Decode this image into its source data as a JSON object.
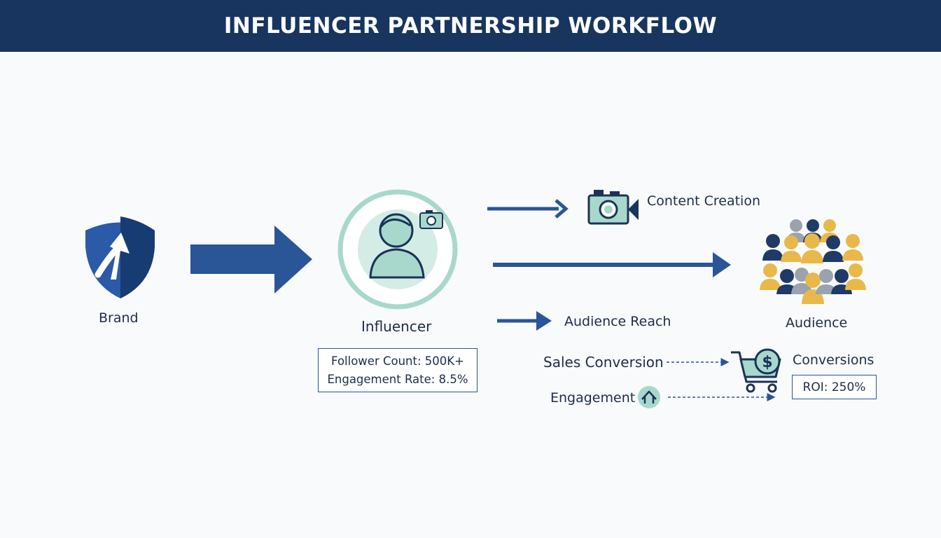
{
  "title": "INFLUENCER PARTNERSHIP WORKFLOW",
  "nodes": {
    "brand": "Brand",
    "influencer": "Influencer",
    "audience": "Audience",
    "content_creation": "Content Creation",
    "audience_reach": "Audience Reach",
    "sales_conversion": "Sales Conversion",
    "engagement": "Engagement",
    "conversions": "Conversions"
  },
  "influencer_metrics": {
    "follower_count": "Follower Count: 500K+",
    "engagement_rate": "Engagement Rate: 8.5%"
  },
  "roi": "ROI: 250%",
  "colors": {
    "header_bg": "#17355f",
    "primary_blue": "#2a5596",
    "teal": "#a8d8cc",
    "gold": "#e8b84a",
    "gray": "#9aa3ad",
    "text": "#1c2e4a"
  },
  "icons": [
    "shield-arrow-icon",
    "person-avatar-icon",
    "camera-icon",
    "video-camera-icon",
    "crowd-icon",
    "shopping-cart-dollar-icon",
    "home-circle-icon"
  ]
}
